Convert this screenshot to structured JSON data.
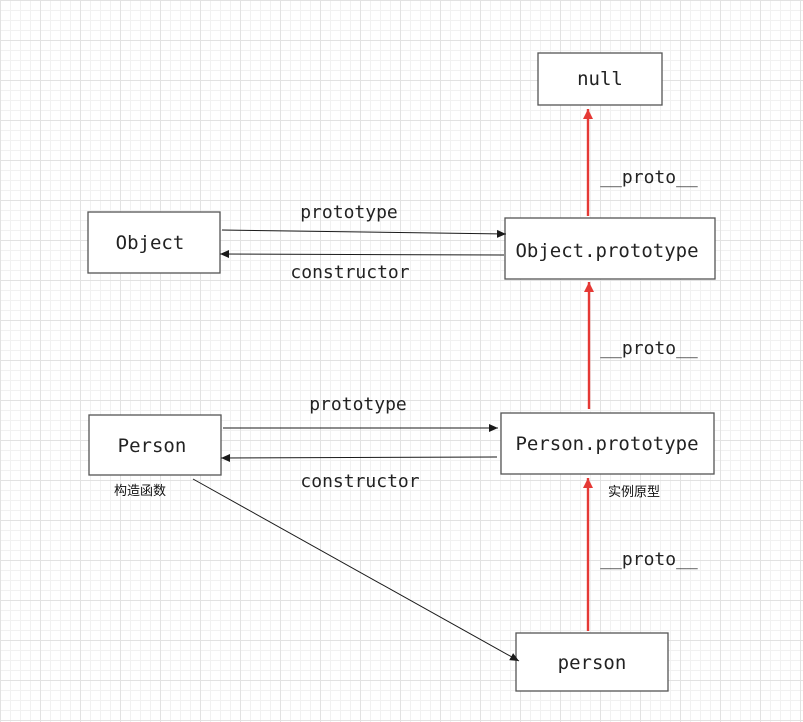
{
  "nodes": {
    "null": "null",
    "object": "Object",
    "object_prototype": "Object.prototype",
    "person": "Person",
    "person_prototype": "Person.prototype",
    "person_instance": "person"
  },
  "edges": {
    "object_prototype_label": "prototype",
    "object_constructor_label": "constructor",
    "person_prototype_label": "prototype",
    "person_constructor_label": "constructor",
    "proto_top": "__proto__",
    "proto_middle": "__proto__",
    "proto_bottom": "__proto__"
  },
  "notes": {
    "constructor_function": "构造函数",
    "instance_prototype": "实例原型"
  },
  "colors": {
    "proto_arrow": "#e53935",
    "link_arrow": "#1a1a1a"
  }
}
